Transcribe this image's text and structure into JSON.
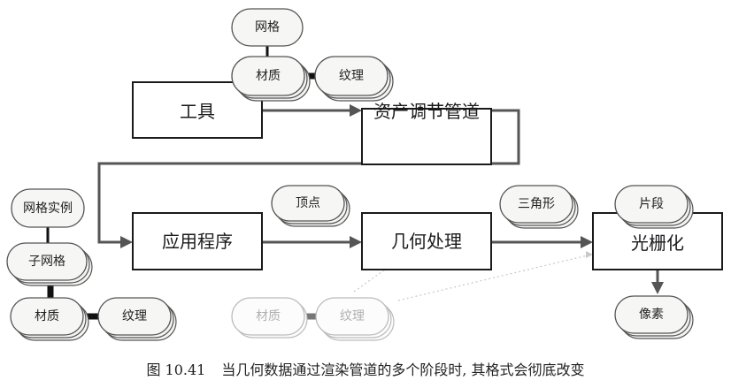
{
  "boxes": {
    "tools": "工具",
    "asset_pipeline": "资产调节管道",
    "application": "应用程序",
    "geometry": "几何处理",
    "rasterization": "光栅化"
  },
  "pills": {
    "mesh": "网格",
    "top_material": "材质",
    "top_texture": "纹理",
    "vertices": "顶点",
    "triangles": "三角形",
    "fragments": "片段",
    "pixels": "像素",
    "mesh_instance": "网格实例",
    "submesh": "子网格",
    "left_material": "材质",
    "left_texture": "纹理",
    "faded_material": "材质",
    "faded_texture": "纹理"
  },
  "caption": {
    "figure_number": "图 10.41",
    "text": "当几何数据通过渲染管道的多个阶段时, 其格式会彻底改变"
  },
  "colors": {
    "stroke": "#1a1a1a",
    "flow": "#555555",
    "faded": "#c8c8c8",
    "pill_fill": "#f6f6f4"
  }
}
